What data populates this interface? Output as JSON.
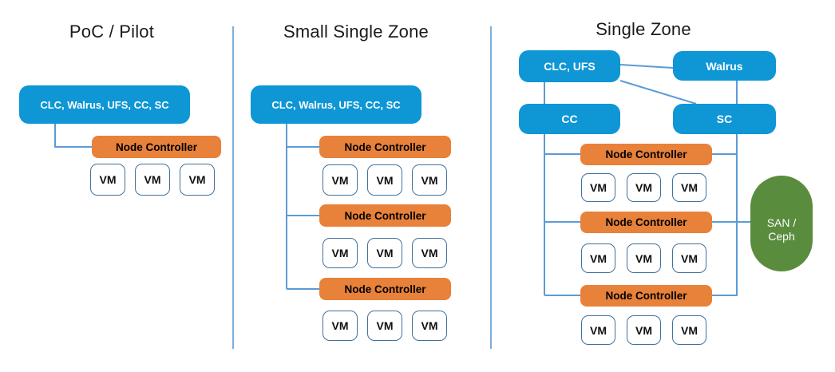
{
  "colors": {
    "box_blue": "#0E96D5",
    "box_orange": "#E8813A",
    "storage_green": "#5A8C3E",
    "connector_blue": "#5B9BD5",
    "vm_border_blue": "#41719C"
  },
  "columns": [
    {
      "title": "PoC / Pilot",
      "top_box_label": "CLC, Walrus, UFS, CC, SC",
      "node_controllers": [
        {
          "label": "Node Controller",
          "vms": [
            "VM",
            "VM",
            "VM"
          ]
        }
      ]
    },
    {
      "title": "Small Single Zone",
      "top_box_label": "CLC, Walrus, UFS, CC, SC",
      "node_controllers": [
        {
          "label": "Node Controller",
          "vms": [
            "VM",
            "VM",
            "VM"
          ]
        },
        {
          "label": "Node Controller",
          "vms": [
            "VM",
            "VM",
            "VM"
          ]
        },
        {
          "label": "Node Controller",
          "vms": [
            "VM",
            "VM",
            "VM"
          ]
        }
      ]
    },
    {
      "title": "Single Zone",
      "boxes": {
        "clc_ufs": "CLC, UFS",
        "walrus": "Walrus",
        "cc": "CC",
        "sc": "SC"
      },
      "node_controllers": [
        {
          "label": "Node Controller",
          "vms": [
            "VM",
            "VM",
            "VM"
          ]
        },
        {
          "label": "Node Controller",
          "vms": [
            "VM",
            "VM",
            "VM"
          ]
        },
        {
          "label": "Node Controller",
          "vms": [
            "VM",
            "VM",
            "VM"
          ]
        }
      ],
      "storage_label": "SAN / Ceph"
    }
  ]
}
